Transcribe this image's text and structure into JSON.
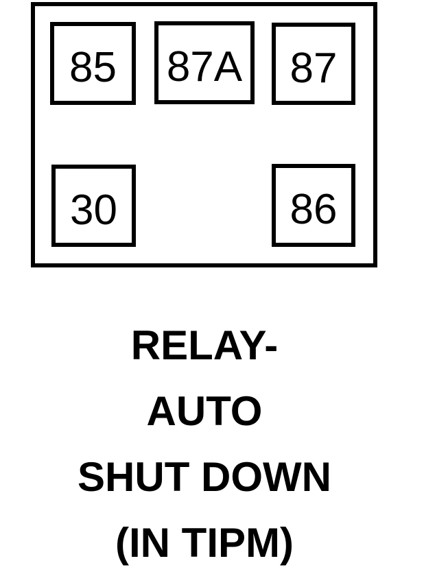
{
  "diagram": {
    "pins": [
      {
        "label": "85"
      },
      {
        "label": "87A"
      },
      {
        "label": "87"
      },
      {
        "label": "30"
      },
      {
        "label": "86"
      }
    ],
    "caption_lines": [
      "RELAY-",
      "AUTO",
      "SHUT DOWN",
      "(IN TIPM)"
    ],
    "colors": {
      "line": "#000000",
      "background": "#ffffff"
    }
  }
}
